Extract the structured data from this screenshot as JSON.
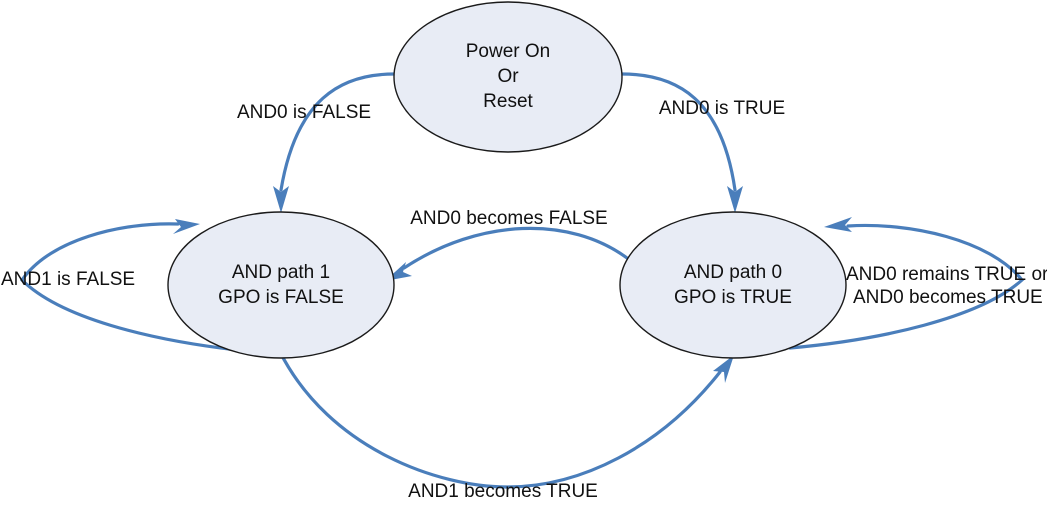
{
  "diagram": {
    "type": "state-transition-diagram",
    "background_color": "#ffffff",
    "node_fill_color": "#e8ecf5",
    "node_stroke_color": "#1a1a1a",
    "edge_color": "#4a7ebb",
    "text_color": "#111111"
  },
  "states": [
    {
      "id": "power-on-reset",
      "lines": [
        "Power On",
        "Or",
        "Reset"
      ],
      "line1": "Power On",
      "line2": "Or",
      "line3": "Reset"
    },
    {
      "id": "and-path-1",
      "lines": [
        "AND path 1",
        "GPO is FALSE"
      ],
      "line1": "AND path 1",
      "line2": "GPO is FALSE"
    },
    {
      "id": "and-path-0",
      "lines": [
        "AND path 0",
        "GPO is TRUE"
      ],
      "line1": "AND path 0",
      "line2": "GPO is TRUE"
    }
  ],
  "transitions": [
    {
      "id": "reset-to-path1",
      "from": "power-on-reset",
      "to": "and-path-1",
      "label": "AND0 is FALSE"
    },
    {
      "id": "reset-to-path0",
      "from": "power-on-reset",
      "to": "and-path-0",
      "label": "AND0 is TRUE"
    },
    {
      "id": "path0-to-path1",
      "from": "and-path-0",
      "to": "and-path-1",
      "label": "AND0 becomes FALSE"
    },
    {
      "id": "path1-self-loop",
      "from": "and-path-1",
      "to": "and-path-1",
      "label": "AND1 is FALSE"
    },
    {
      "id": "path0-self-loop",
      "from": "and-path-0",
      "to": "and-path-0",
      "label_line1": "AND0 remains TRUE or",
      "label_line2": "AND0 becomes TRUE"
    },
    {
      "id": "path1-to-path0",
      "from": "and-path-1",
      "to": "and-path-0",
      "label": "AND1 becomes TRUE"
    }
  ]
}
